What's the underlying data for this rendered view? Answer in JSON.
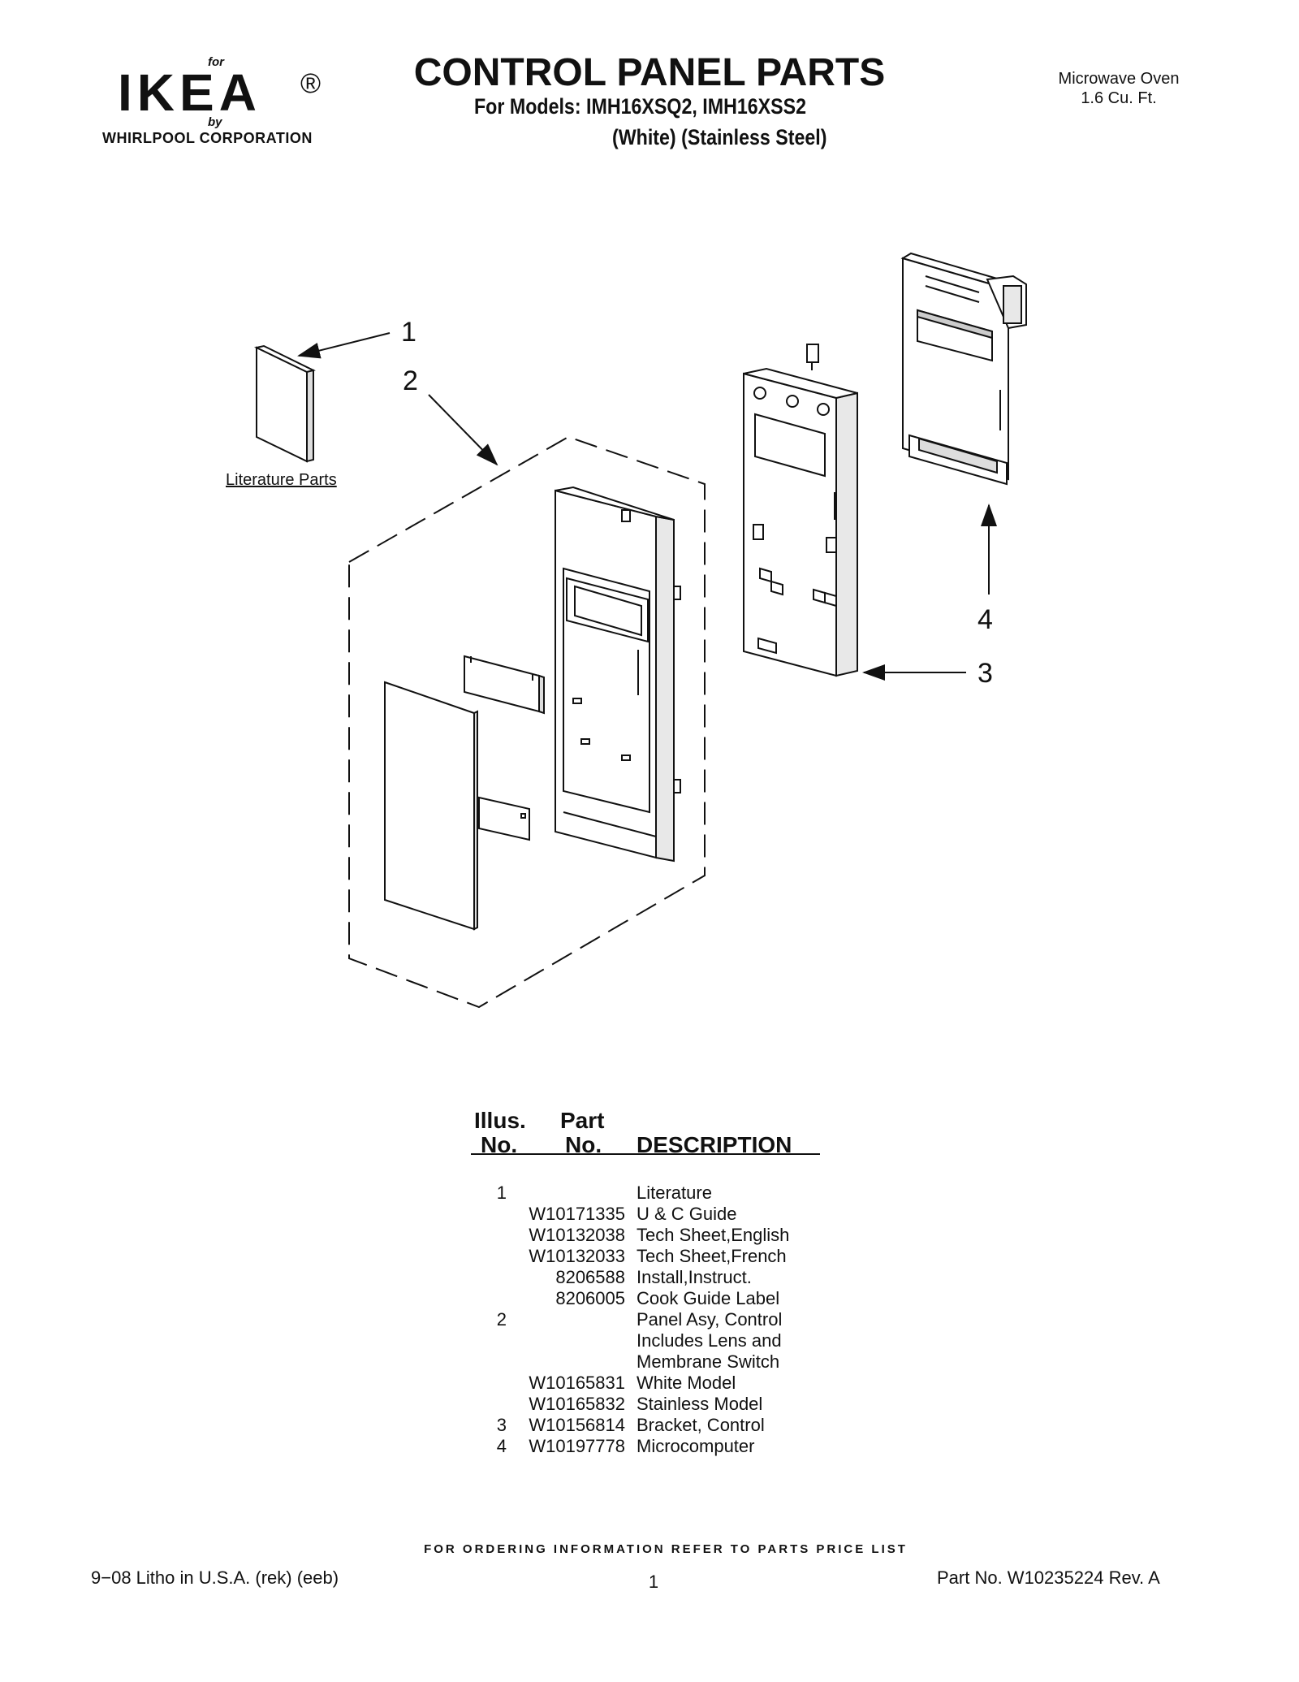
{
  "logo": {
    "for_text": "for",
    "brand": "IKEA",
    "registered": "®",
    "by_text": "by",
    "corporation": "WHIRLPOOL  CORPORATION"
  },
  "header": {
    "title": "CONTROL PANEL PARTS",
    "models_line": "For Models: IMH16XSQ2, IMH16XSS2",
    "finish_line": "(White)  (Stainless Steel)",
    "product_line1": "Microwave Oven",
    "product_line2": "1.6 Cu. Ft."
  },
  "diagram": {
    "callouts": [
      "1",
      "2",
      "4",
      "3"
    ],
    "literature_label": "Literature Parts"
  },
  "parts_table": {
    "col_illus_1": "Illus.",
    "col_illus_2": "No.",
    "col_part_1": "Part",
    "col_part_2": "No.",
    "col_desc": "DESCRIPTION",
    "rows": [
      {
        "illus": "1",
        "part": "",
        "desc": "Literature"
      },
      {
        "illus": "",
        "part": "W10171335",
        "desc": "U & C Guide"
      },
      {
        "illus": "",
        "part": "W10132038",
        "desc": "Tech Sheet,English"
      },
      {
        "illus": "",
        "part": "W10132033",
        "desc": "Tech Sheet,French"
      },
      {
        "illus": "",
        "part": "8206588",
        "desc": "Install,Instruct."
      },
      {
        "illus": "",
        "part": "8206005",
        "desc": "Cook Guide Label"
      },
      {
        "illus": "2",
        "part": "",
        "desc": "Panel Asy, Control"
      },
      {
        "illus": "",
        "part": "",
        "desc": "Includes Lens and"
      },
      {
        "illus": "",
        "part": "",
        "desc": "Membrane Switch"
      },
      {
        "illus": "",
        "part": "W10165831",
        "desc": "White Model"
      },
      {
        "illus": "",
        "part": "W10165832",
        "desc": "Stainless Model"
      },
      {
        "illus": "3",
        "part": "W10156814",
        "desc": "Bracket, Control"
      },
      {
        "illus": "4",
        "part": "W10197778",
        "desc": "Microcomputer"
      }
    ]
  },
  "footer": {
    "ordering": "FOR ORDERING INFORMATION REFER TO PARTS PRICE LIST",
    "litho": "9−08 Litho in U.S.A. (rek) (eeb)",
    "page": "1",
    "part_no": "Part No. W10235224 Rev. A"
  }
}
